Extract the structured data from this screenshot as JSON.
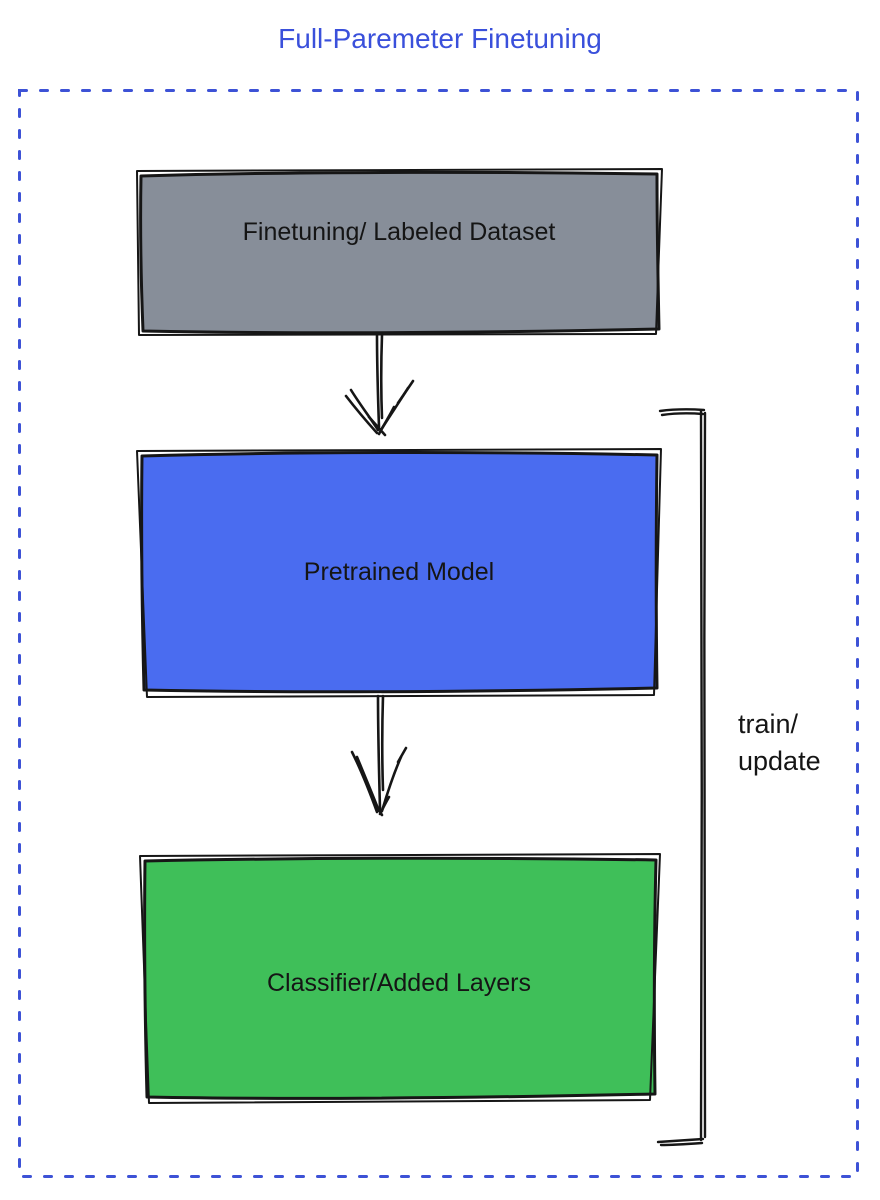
{
  "title": {
    "text": "Full-Paremeter Finetuning",
    "color": "#3A50DB"
  },
  "frame": {
    "border_color": "#3D52D6",
    "style": "dashed"
  },
  "nodes": [
    {
      "id": "finetuning-dataset",
      "label": "Finetuning/ Labeled Dataset",
      "fill": "#878E99"
    },
    {
      "id": "pretrained-model",
      "label": "Pretrained Model",
      "fill": "#4A6CF0"
    },
    {
      "id": "classifier-added-layers",
      "label": "Classifier/Added Layers",
      "fill": "#3FBF59"
    }
  ],
  "edges": [
    {
      "from": "finetuning-dataset",
      "to": "pretrained-model",
      "type": "sketch-arrow-down"
    },
    {
      "from": "pretrained-model",
      "to": "classifier-added-layers",
      "type": "sketch-arrow-down"
    }
  ],
  "annotation": {
    "line1": "train/",
    "line2": "update",
    "color": "#151515"
  },
  "stroke_color": "#161616"
}
